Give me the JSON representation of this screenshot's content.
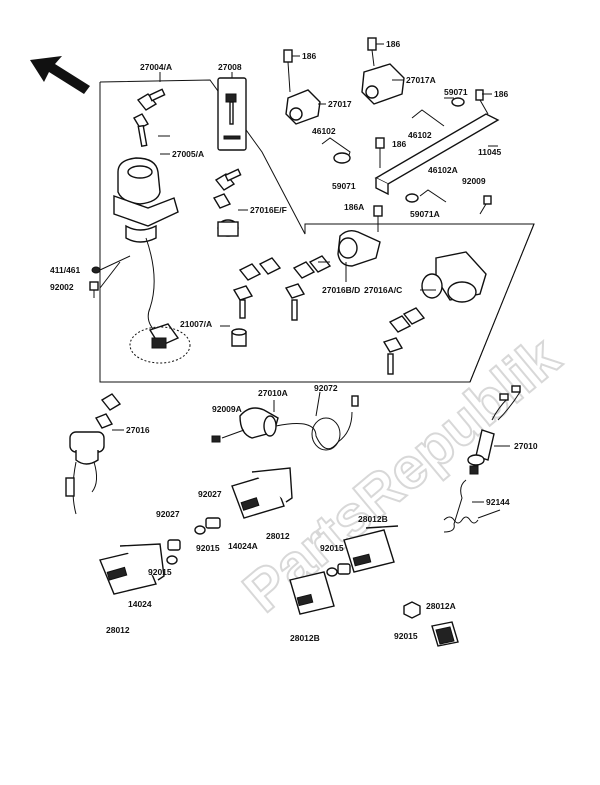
{
  "diagram": {
    "watermark": "PartsRepublik",
    "labels": [
      {
        "id": "p27004",
        "text": "27004/A"
      },
      {
        "id": "p27008",
        "text": "27008"
      },
      {
        "id": "p186a",
        "text": "186"
      },
      {
        "id": "p186b",
        "text": "186"
      },
      {
        "id": "p27017A",
        "text": "27017A"
      },
      {
        "id": "p27017",
        "text": "27017"
      },
      {
        "id": "p59071a",
        "text": "59071"
      },
      {
        "id": "p186c",
        "text": "186"
      },
      {
        "id": "p27005",
        "text": "27005/A"
      },
      {
        "id": "p46102a",
        "text": "46102"
      },
      {
        "id": "p46102b",
        "text": "46102"
      },
      {
        "id": "p186d",
        "text": "186"
      },
      {
        "id": "p11045",
        "text": "11045"
      },
      {
        "id": "p59071b",
        "text": "59071"
      },
      {
        "id": "p46102A",
        "text": "46102A"
      },
      {
        "id": "p92009",
        "text": "92009"
      },
      {
        "id": "p27016EF",
        "text": "27016E/F"
      },
      {
        "id": "p186A",
        "text": "186A"
      },
      {
        "id": "p59071A",
        "text": "59071A"
      },
      {
        "id": "p411",
        "text": "411/461"
      },
      {
        "id": "p92002",
        "text": "92002"
      },
      {
        "id": "p27016BD",
        "text": "27016B/D"
      },
      {
        "id": "p27016AC",
        "text": "27016A/C"
      },
      {
        "id": "p21007",
        "text": "21007/A"
      },
      {
        "id": "p27010A",
        "text": "27010A"
      },
      {
        "id": "p92072",
        "text": "92072"
      },
      {
        "id": "p92009A",
        "text": "92009A"
      },
      {
        "id": "p27016",
        "text": "27016"
      },
      {
        "id": "p27010",
        "text": "27010"
      },
      {
        "id": "p92027a",
        "text": "92027"
      },
      {
        "id": "p92027b",
        "text": "92027"
      },
      {
        "id": "p28012a",
        "text": "28012"
      },
      {
        "id": "p14024A",
        "text": "14024A"
      },
      {
        "id": "p92144",
        "text": "92144"
      },
      {
        "id": "p28012B1",
        "text": "28012B"
      },
      {
        "id": "p92015a",
        "text": "92015"
      },
      {
        "id": "p92015b",
        "text": "92015"
      },
      {
        "id": "p92015c",
        "text": "92015"
      },
      {
        "id": "p14024",
        "text": "14024"
      },
      {
        "id": "p28012b",
        "text": "28012"
      },
      {
        "id": "p28012B2",
        "text": "28012B"
      },
      {
        "id": "p28012A",
        "text": "28012A"
      },
      {
        "id": "p92015d",
        "text": "92015"
      }
    ]
  }
}
